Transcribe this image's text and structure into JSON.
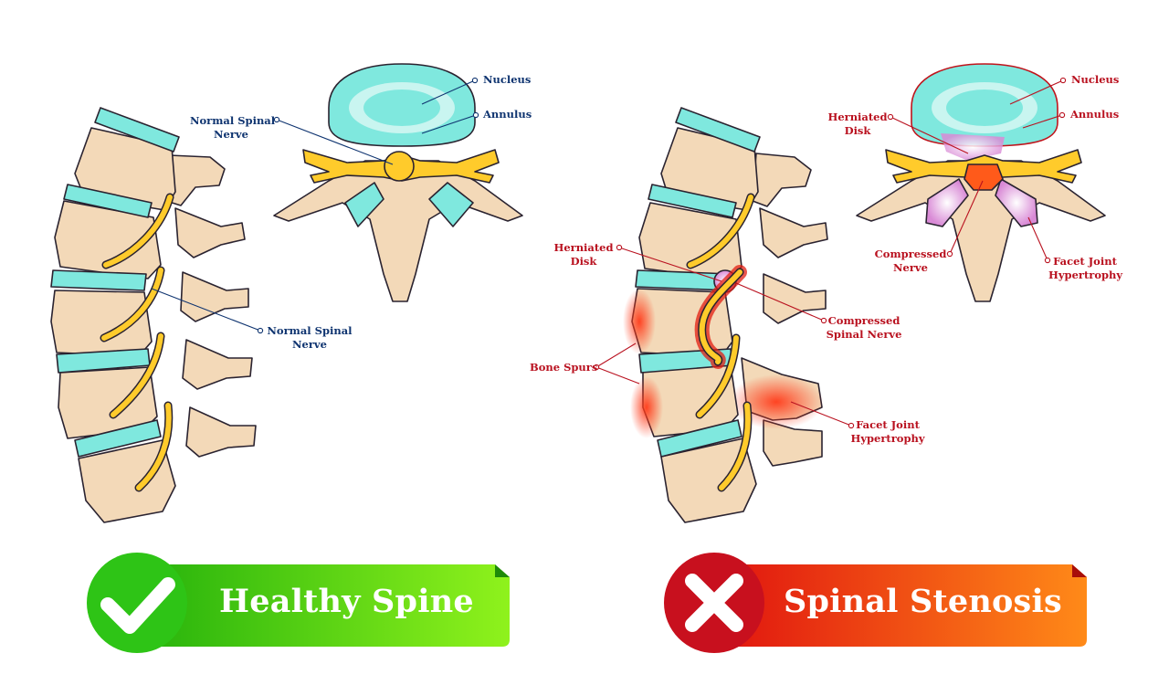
{
  "colors": {
    "bone": "#f3d9b8",
    "bone_dark": "#e2bf97",
    "disc": "#7fe8de",
    "disc_light": "#c9f5f0",
    "nerve": "#ffcb2b",
    "nerve_dark": "#f29b1c",
    "outline": "#2a2330",
    "healthy_label": "#0f3470",
    "stenosis_label": "#b9111f",
    "healthy_green": "#5bd613",
    "stenosis_red": "#ec2a1a"
  },
  "healthy": {
    "labels": {
      "normal_nerve_top": [
        "Normal Spinal",
        "Nerve"
      ],
      "nucleus": "Nucleus",
      "annulus": "Annulus",
      "normal_nerve_side": [
        "Normal Spinal",
        "Nerve"
      ]
    },
    "banner": {
      "text": "Healthy Spine",
      "icon": "check-icon"
    }
  },
  "stenosis": {
    "labels": {
      "herniated_disk_top": [
        "Herniated",
        "Disk"
      ],
      "nucleus": "Nucleus",
      "annulus": "Annulus",
      "compressed_nerve_top": [
        "Compressed",
        "Nerve"
      ],
      "facet_top": [
        "Facet Joint",
        "Hypertrophy"
      ],
      "herniated_disk_side": [
        "Herniated",
        "Disk"
      ],
      "compressed_spinal_nerve": [
        "Compressed",
        "Spinal Nerve"
      ],
      "bone_spurs": "Bone Spurs",
      "facet_side": [
        "Facet Joint",
        "Hypertrophy"
      ]
    },
    "banner": {
      "text": "Spinal Stenosis",
      "icon": "cross-icon"
    }
  }
}
